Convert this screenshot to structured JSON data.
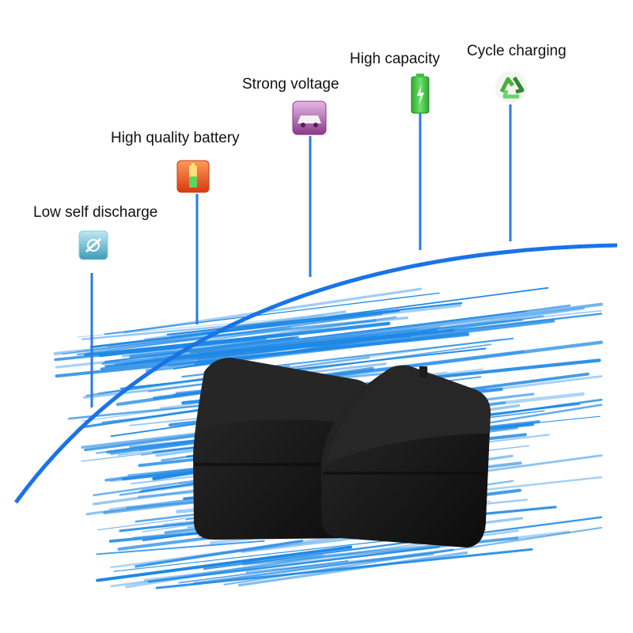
{
  "features": [
    {
      "label": "Low self discharge",
      "icon": "signal-tile-icon",
      "color": "#5fb0c8"
    },
    {
      "label": "High quality battery",
      "icon": "battery-tile-icon",
      "color": "#e8501c"
    },
    {
      "label": "Strong voltage",
      "icon": "car-tile-icon",
      "color": "#a04a9a"
    },
    {
      "label": "High capacity",
      "icon": "green-battery-icon",
      "color": "#3cc43c"
    },
    {
      "label": "Cycle charging",
      "icon": "recycle-icon",
      "color": "#4caf3c"
    }
  ],
  "colors": {
    "arc": "#1a73e8",
    "stripes": "#1e88e5",
    "battery": "#161616"
  }
}
